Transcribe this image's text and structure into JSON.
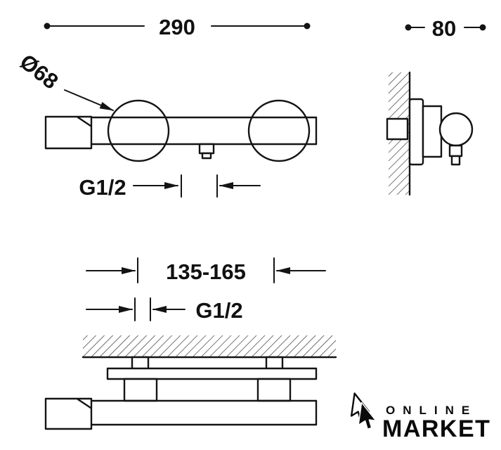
{
  "drawing": {
    "dim_overall_width": "290",
    "dim_wall_depth": "80",
    "dim_handle_diameter": "Ø68",
    "dim_thread_front": "G1/2",
    "dim_connection_spacing": "135-165",
    "dim_thread_install": "G1/2"
  },
  "logo": {
    "line1": "ONLINE",
    "line2": "MARKET"
  },
  "colors": {
    "line": "#141414",
    "background": "#ffffff",
    "logo": "#0a0a0a"
  }
}
